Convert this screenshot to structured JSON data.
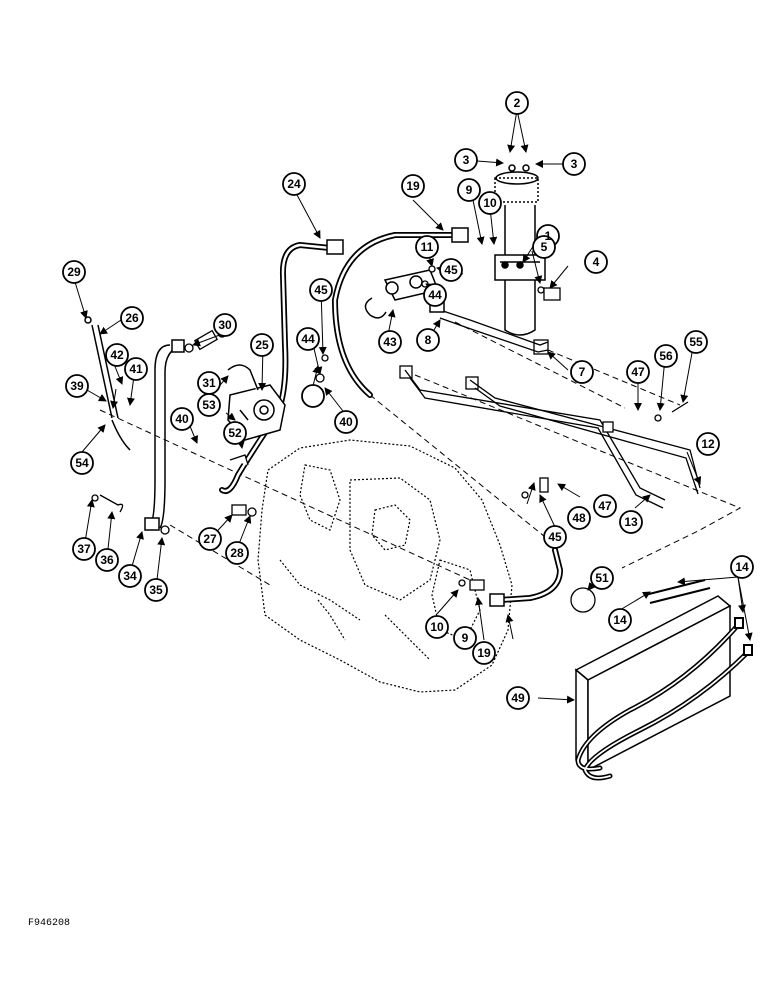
{
  "figure_id": "F946208",
  "callouts": {
    "c1": "1",
    "c2": "2",
    "c3a": "3",
    "c3b": "3",
    "c4": "4",
    "c5": "5",
    "c7": "7",
    "c8": "8",
    "c9a": "9",
    "c9b": "9",
    "c10a": "10",
    "c10b": "10",
    "c11": "11",
    "c12": "12",
    "c13": "13",
    "c14a": "14",
    "c14b": "14",
    "c19a": "19",
    "c19b": "19",
    "c24": "24",
    "c25": "25",
    "c26": "26",
    "c27": "27",
    "c28": "28",
    "c29": "29",
    "c30": "30",
    "c31": "31",
    "c34": "34",
    "c35": "35",
    "c36": "36",
    "c37": "37",
    "c39": "39",
    "c40a": "40",
    "c40b": "40",
    "c41": "41",
    "c42": "42",
    "c43": "43",
    "c44a": "44",
    "c44b": "44",
    "c45a": "45",
    "c45b": "45",
    "c45c": "45",
    "c47a": "47",
    "c47b": "47",
    "c48": "48",
    "c49": "49",
    "c51": "51",
    "c52": "52",
    "c53": "53",
    "c54": "54",
    "c55": "55",
    "c56": "56"
  }
}
